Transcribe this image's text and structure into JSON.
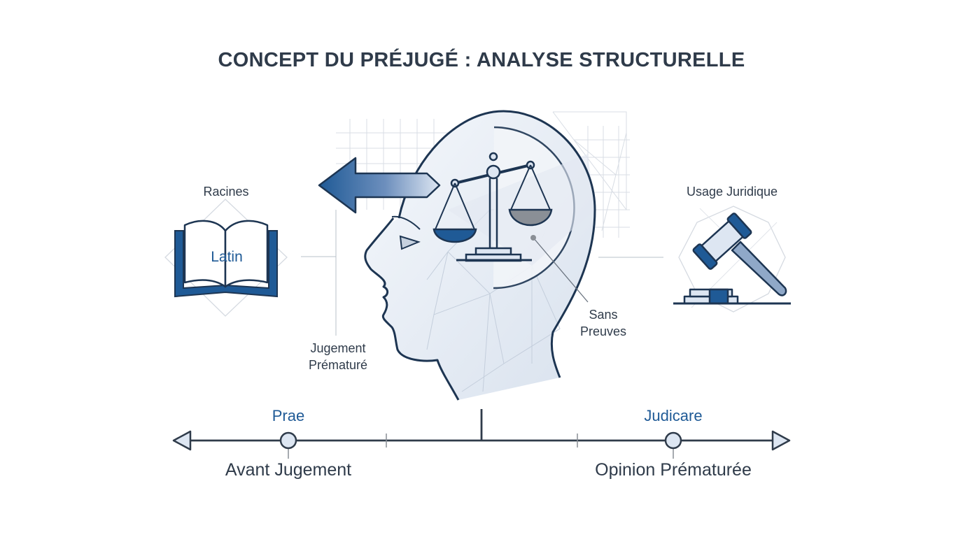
{
  "title": "CONCEPT DU PRÉJUGÉ : ANALYSE STRUCTURELLE",
  "left_panel": {
    "heading": "Racines",
    "book_label": "Latin"
  },
  "right_panel": {
    "heading": "Usage Juridique"
  },
  "head_annotations": {
    "premature_judgement": [
      "Jugement",
      "Prématuré"
    ],
    "without_proof": [
      "Sans",
      "Preuves"
    ]
  },
  "timeline": {
    "left_term": "Prae",
    "left_meaning": "Avant Jugement",
    "right_term": "Judicare",
    "right_meaning": "Opinion Prématurée"
  },
  "colors": {
    "navy": "#1d3552",
    "brand_blue": "#1f5a96",
    "light_blue": "#dde6f2",
    "text": "#2f3b4a",
    "grey": "#8a8f96"
  },
  "icons": [
    "open-book-icon",
    "head-profile-icon",
    "scales-icon",
    "gavel-icon",
    "arrow-left-icon"
  ]
}
